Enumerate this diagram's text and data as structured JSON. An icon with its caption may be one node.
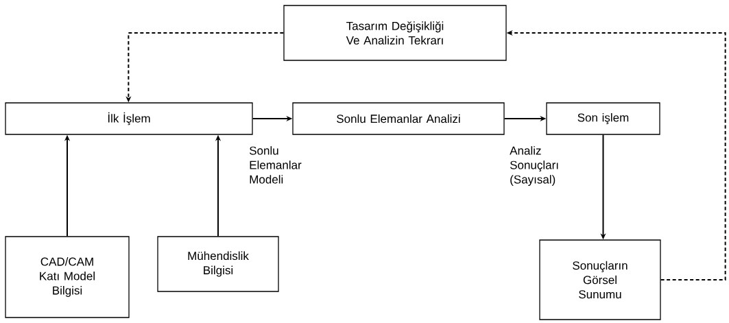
{
  "diagram": {
    "nodes": [
      {
        "text": [
          "Tasarım Değişikliği Ve Analizin Tekrarı"
        ]
      },
      {
        "text": [
          "İlk İşlem"
        ]
      },
      {
        "text": [
          "Sonlu Elemanlar Analizi"
        ]
      },
      {
        "text": [
          "Son işlem"
        ]
      },
      {
        "text": [
          "CAD/CAM Katı Model Bilgisi"
        ]
      },
      {
        "text": [
          "Mühendislik Bilgisi"
        ]
      },
      {
        "text": [
          "Sonuçların Görsel Sunumu"
        ]
      }
    ],
    "edges": [
      {
        "from": 0,
        "to": 1,
        "arrow": "to",
        "style": "dashed"
      },
      {
        "from": 1,
        "to": 2,
        "arrow": "to",
        "label": "Sonlu Elemanlar Modeli"
      },
      {
        "from": 2,
        "to": 3,
        "arrow": "to",
        "label": "Analiz Sonuçları (Sayısal)"
      },
      {
        "from": 3,
        "to": 6,
        "arrow": "to"
      },
      {
        "from": 4,
        "to": 1,
        "arrow": "to"
      },
      {
        "from": 5,
        "to": 1,
        "arrow": "to"
      },
      {
        "from": 6,
        "to": 0,
        "arrow": "to",
        "style": "dashed"
      }
    ]
  }
}
